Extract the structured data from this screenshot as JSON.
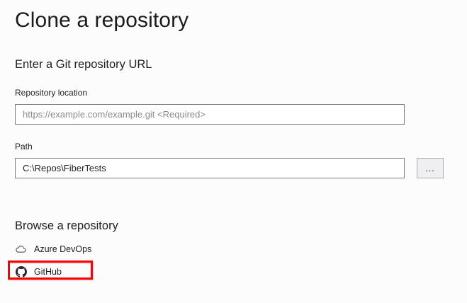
{
  "dialog": {
    "title": "Clone a repository"
  },
  "url_section": {
    "heading": "Enter a Git repository URL",
    "fields": {
      "repository_location": {
        "label": "Repository location",
        "value": "",
        "placeholder": "https://example.com/example.git <Required>"
      },
      "path": {
        "label": "Path",
        "value": "C:\\Repos\\FiberTests",
        "placeholder": ""
      }
    },
    "browse_button_label": "..."
  },
  "browse_section": {
    "heading": "Browse a repository",
    "items": [
      {
        "label": "Azure DevOps",
        "icon": "cloud-icon"
      },
      {
        "label": "GitHub",
        "icon": "github-icon"
      }
    ]
  },
  "annotation": {
    "highlight_color": "#ff0000",
    "target": "GitHub"
  },
  "colors": {
    "background": "#fcfcfc",
    "input_background": "#ffffff",
    "input_border": "#737c8c",
    "text": "#1f1f1f",
    "placeholder_text": "#8a8a8a",
    "button_background": "#efeff2",
    "button_border": "#adadad",
    "highlight": "#ff0000"
  }
}
